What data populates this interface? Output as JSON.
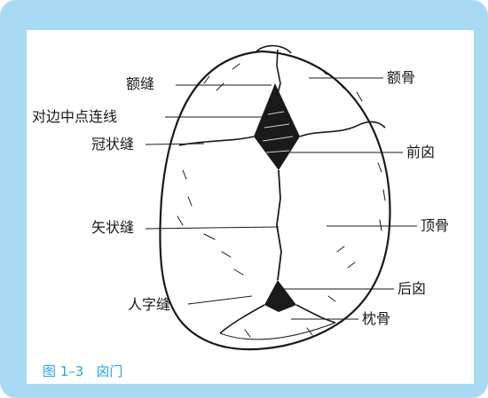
{
  "figure": {
    "labels": {
      "e_feng": "额缝",
      "e_gu": "额骨",
      "duibian": "对边中点连线",
      "guanzhuang": "冠状缝",
      "qianxin": "前囟",
      "shizhuang": "矢状缝",
      "dinggu": "顶骨",
      "houxin": "后囟",
      "renzi": "人字缝",
      "zhengu": "枕骨"
    },
    "caption": {
      "number": "图 1–3",
      "title": "囟门"
    }
  },
  "colors": {
    "frame": "#a9daf3",
    "panel": "#ffffff",
    "caption": "#2aa6de",
    "ink": "#1a1a1a"
  }
}
